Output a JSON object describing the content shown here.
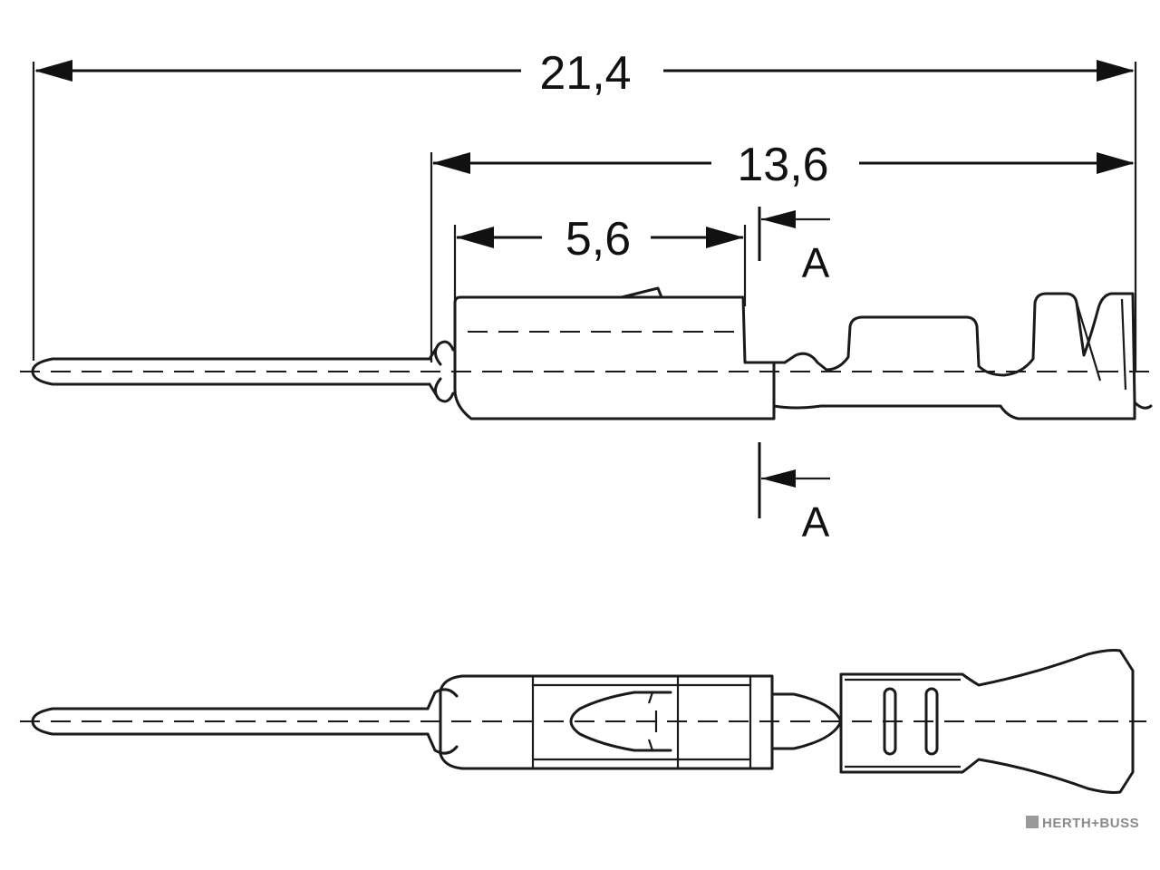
{
  "dimensions": {
    "overall_length": "21,4",
    "body_length": "13,6",
    "contact_length": "5,6"
  },
  "section": {
    "label_top": "A",
    "label_bottom": "A"
  },
  "watermark": {
    "text": "HERTH+BUSS"
  }
}
